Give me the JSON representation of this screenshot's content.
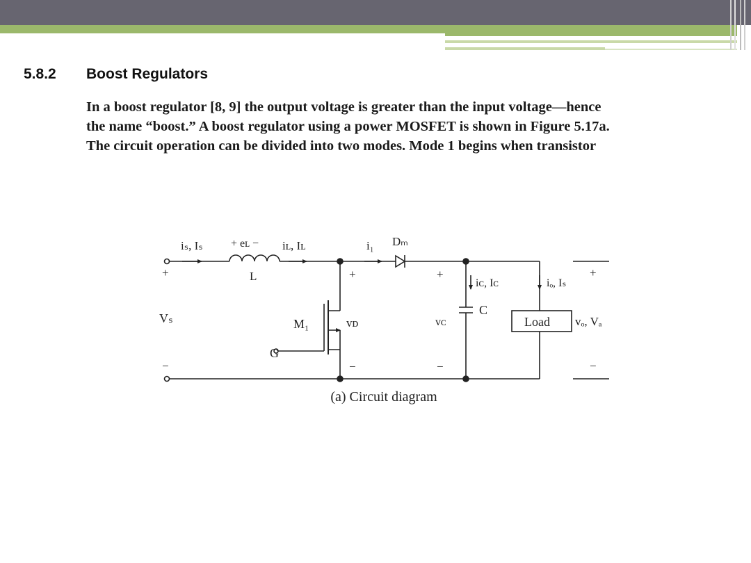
{
  "section": {
    "number": "5.8.2",
    "title": "Boost Regulators",
    "paragraph_lines": [
      "In a boost regulator [8, 9] the output voltage is greater than the input voltage—hence",
      "the name “boost.” A boost regulator using a power MOSFET is shown in Figure 5.17a.",
      "The circuit operation can be divided into two modes. Mode 1 begins when transistor"
    ]
  },
  "figure": {
    "caption": "(a) Circuit diagram",
    "labels": {
      "source_current": "iₛ, Iₛ",
      "inductor_voltage": "+ eʟ −",
      "inductor_current": "iʟ, Iʟ",
      "inductor": "L",
      "diode_current": "i₁",
      "diode": "Dₘ",
      "input_voltage": "Vₛ",
      "transistor": "M₁",
      "gate": "G",
      "drain_voltage": "vᴅ",
      "capacitor_voltage": "vᴄ",
      "capacitor_current": "iᴄ, Iᴄ",
      "capacitor": "C",
      "load_current": "iₒ, Iₛ",
      "load": "Load",
      "output_voltage": "vₒ, Vₐ",
      "plus": "+",
      "minus": "−"
    }
  },
  "colors": {
    "topbar": "#676570",
    "accent_green": "#9bb86b",
    "accent_light": "#c9d9a8",
    "text": "#1b1b1b"
  }
}
